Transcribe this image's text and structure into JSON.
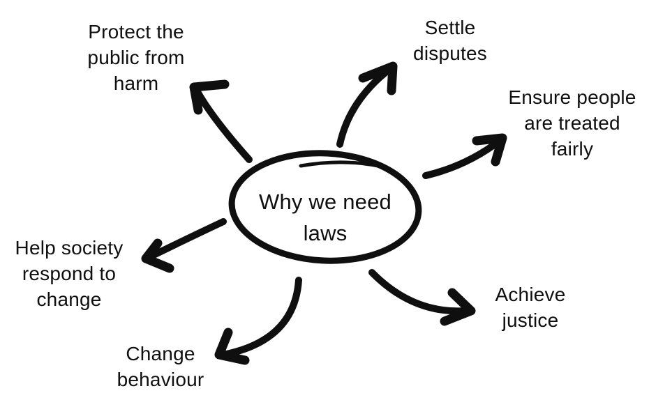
{
  "diagram": {
    "title": "Why we need laws mind map",
    "colors": {
      "ink": "#0f0f0f",
      "background": "#ffffff"
    },
    "center": {
      "label": "Why we need\nlaws"
    },
    "nodes": [
      {
        "id": "protect-public",
        "label": "Protect the\npublic from\nharm"
      },
      {
        "id": "settle-disputes",
        "label": "Settle\ndisputes"
      },
      {
        "id": "ensure-fairness",
        "label": "Ensure people\nare treated\nfairly"
      },
      {
        "id": "help-society",
        "label": "Help society\nrespond to\nchange"
      },
      {
        "id": "change-behaviour",
        "label": "Change\nbehaviour"
      },
      {
        "id": "achieve-justice",
        "label": "Achieve\njustice"
      }
    ]
  }
}
